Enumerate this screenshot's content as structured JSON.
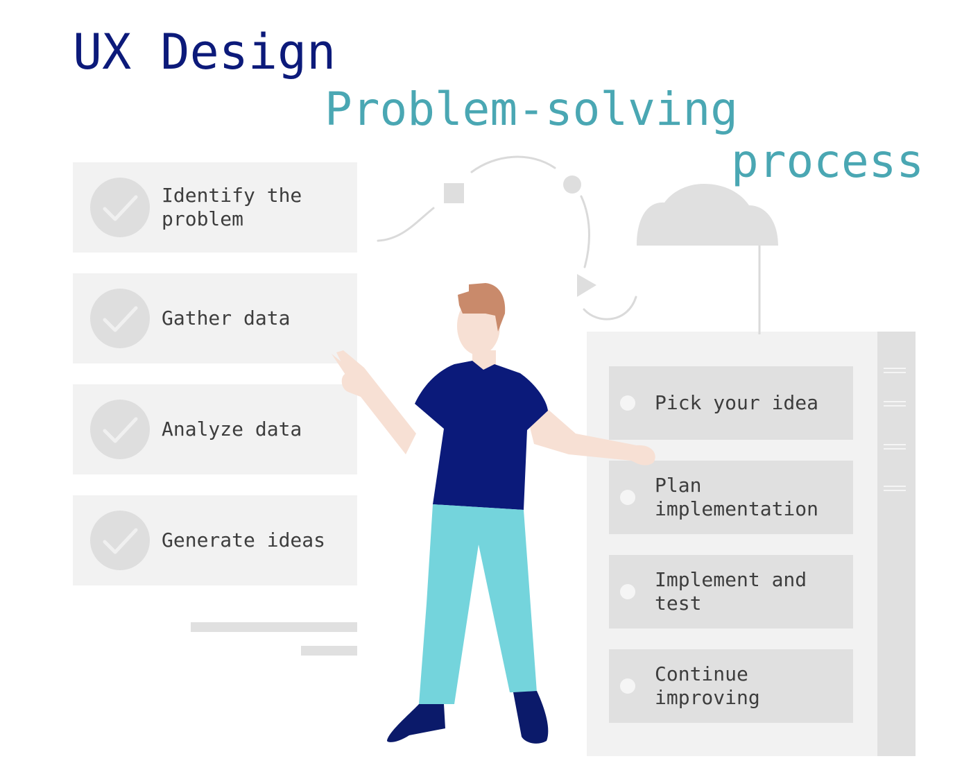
{
  "title": "UX Design",
  "subtitle": {
    "line1": "Problem-solving",
    "line2": "process"
  },
  "left_steps": [
    {
      "label": "Identify the\nproblem",
      "icon": "checkmark-icon"
    },
    {
      "label": "Gather data",
      "icon": "checkmark-icon"
    },
    {
      "label": "Analyze data",
      "icon": "checkmark-icon"
    },
    {
      "label": "Generate ideas",
      "icon": "checkmark-icon"
    }
  ],
  "right_steps": [
    {
      "label": "Pick your idea",
      "icon": "bullet-dot-icon"
    },
    {
      "label": "Plan\nimplementation",
      "icon": "bullet-dot-icon"
    },
    {
      "label": "Implement and\ntest",
      "icon": "bullet-dot-icon"
    },
    {
      "label": "Continue\nimproving",
      "icon": "bullet-dot-icon"
    }
  ],
  "colors": {
    "title": "#0c1a7a",
    "subtitle": "#4aa7b3",
    "card": "#f2f2f2",
    "card_dark": "#e0e0e0",
    "shirt": "#0b1a7a",
    "pants": "#74d4dc",
    "skin": "#f7e0d4",
    "hair": "#c98a6b",
    "shoes": "#0b1a6a"
  }
}
